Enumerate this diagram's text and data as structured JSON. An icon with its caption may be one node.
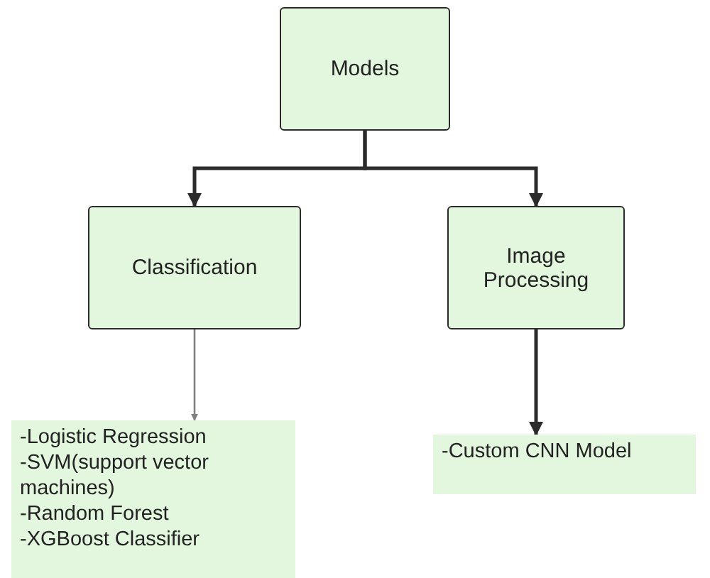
{
  "diagram": {
    "nodes": [
      {
        "text": [
          "Models"
        ]
      },
      {
        "text": [
          "Classification"
        ]
      },
      {
        "text": [
          "Image Processing"
        ]
      },
      {
        "text": [
          "-Logistic Regression",
          "-SVM(support vector machines)",
          "-Random Forest",
          "-XGBoost Classifier"
        ]
      },
      {
        "text": [
          "-Custom CNN Model"
        ]
      }
    ],
    "edges": [
      {
        "from": 0,
        "to": 1,
        "arrow": "to"
      },
      {
        "from": 0,
        "to": 2,
        "arrow": "to"
      },
      {
        "from": 1,
        "to": 3,
        "arrow": "to",
        "color": "#808080"
      },
      {
        "from": 2,
        "to": 4,
        "arrow": "to"
      }
    ]
  }
}
